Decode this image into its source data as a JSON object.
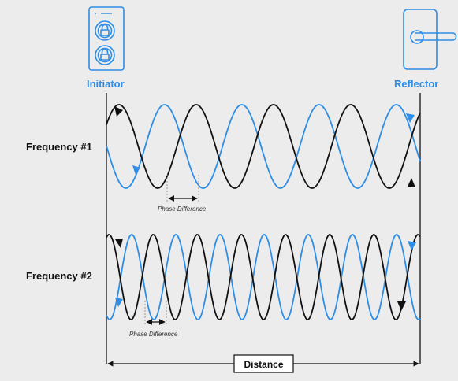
{
  "initiator": {
    "label": "Initiator",
    "icon": "smart-lock-keypad-icon"
  },
  "reflector": {
    "label": "Reflector",
    "icon": "door-handle-icon"
  },
  "rows": [
    {
      "label": "Frequency #1",
      "phase_label": "Phase Difference"
    },
    {
      "label": "Frequency #2",
      "phase_label": "Phase Difference"
    }
  ],
  "distance_label": "Distance",
  "colors": {
    "blue": "#2e8de6",
    "black": "#111111",
    "background": "#ececec"
  }
}
